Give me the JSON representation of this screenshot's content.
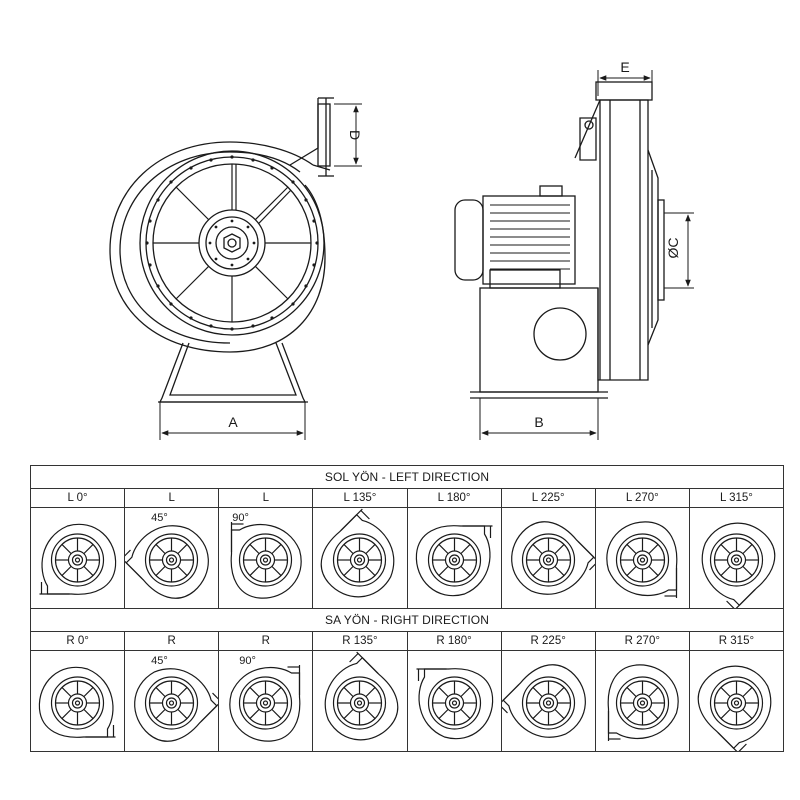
{
  "dimensions": {
    "A": "A",
    "B": "B",
    "C": "ØC",
    "D": "D",
    "E": "E"
  },
  "left_table": {
    "title": "SOL YÖN - LEFT DIRECTION",
    "cells": [
      {
        "label": "L 0°",
        "angle": ""
      },
      {
        "label": "L",
        "angle": "45°"
      },
      {
        "label": "L",
        "angle": "90°"
      },
      {
        "label": "L 135°",
        "angle": ""
      },
      {
        "label": "L 180°",
        "angle": ""
      },
      {
        "label": "L 225°",
        "angle": ""
      },
      {
        "label": "L 270°",
        "angle": ""
      },
      {
        "label": "L 315°",
        "angle": ""
      }
    ]
  },
  "right_table": {
    "title": "SA  YÖN - RIGHT DIRECTION",
    "cells": [
      {
        "label": "R 0°",
        "angle": ""
      },
      {
        "label": "R",
        "angle": "45°"
      },
      {
        "label": "R",
        "angle": "90°"
      },
      {
        "label": "R 135°",
        "angle": ""
      },
      {
        "label": "R 180°",
        "angle": ""
      },
      {
        "label": "R 225°",
        "angle": ""
      },
      {
        "label": "R 270°",
        "angle": ""
      },
      {
        "label": "R 315°",
        "angle": ""
      }
    ]
  }
}
